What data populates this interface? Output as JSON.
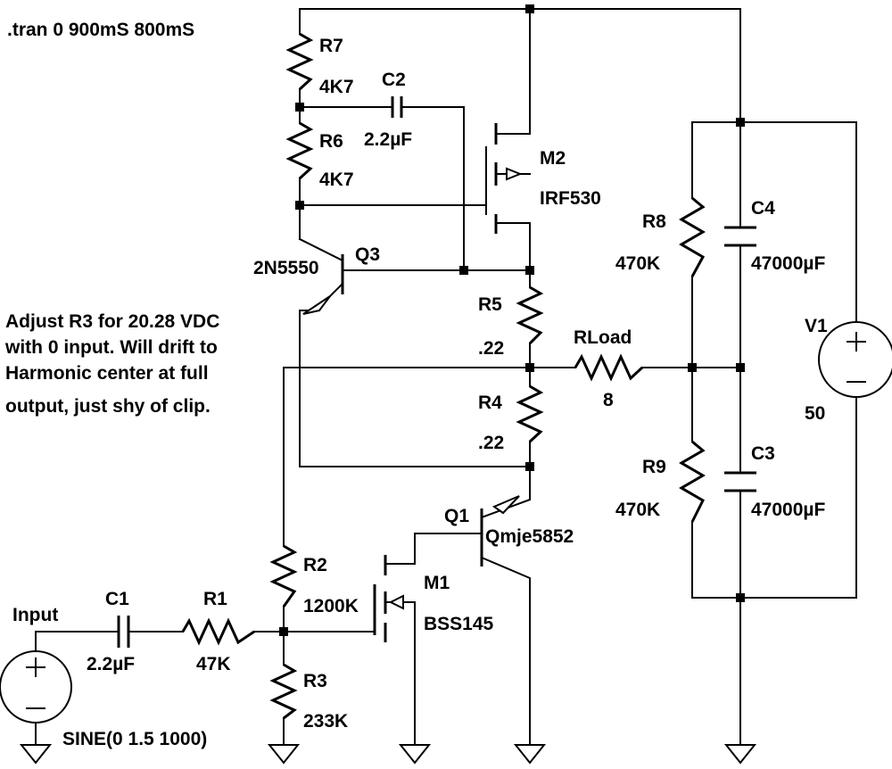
{
  "directive": ".tran 0 900mS 800mS",
  "note": [
    "Adjust R3 for 20.28 VDC",
    "with 0 input. Will drift to",
    "Harmonic center at full",
    "output, just shy of clip."
  ],
  "components": {
    "R7": {
      "ref": "R7",
      "value": "4K7"
    },
    "R6": {
      "ref": "R6",
      "value": "4K7"
    },
    "C2": {
      "ref": "C2",
      "value": "2.2µF"
    },
    "M2": {
      "ref": "M2",
      "value": "IRF530"
    },
    "Q3": {
      "ref": "Q3",
      "value": "2N5550"
    },
    "R5": {
      "ref": "R5",
      "value": ".22"
    },
    "R4": {
      "ref": "R4",
      "value": ".22"
    },
    "RLoad": {
      "ref": "RLoad",
      "value": "8"
    },
    "R8": {
      "ref": "R8",
      "value": "470K"
    },
    "R9": {
      "ref": "R9",
      "value": "470K"
    },
    "C4": {
      "ref": "C4",
      "value": "47000µF"
    },
    "C3": {
      "ref": "C3",
      "value": "47000µF"
    },
    "V1": {
      "ref": "V1",
      "value": "50"
    },
    "Q1": {
      "ref": "Q1",
      "value": "Qmje5852"
    },
    "M1": {
      "ref": "M1",
      "value": "BSS145"
    },
    "R2": {
      "ref": "R2",
      "value": "1200K"
    },
    "R3": {
      "ref": "R3",
      "value": "233K"
    },
    "C1": {
      "ref": "C1",
      "value": "2.2µF"
    },
    "R1": {
      "ref": "R1",
      "value": "47K"
    },
    "Input": {
      "ref": "Input",
      "value": "SINE(0 1.5 1000)"
    }
  }
}
